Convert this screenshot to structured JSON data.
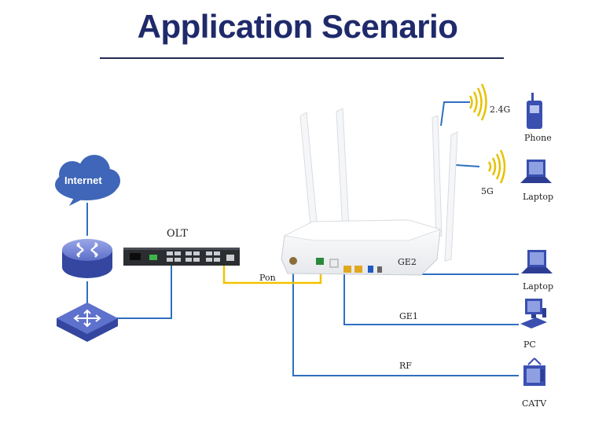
{
  "title": "Application Scenario",
  "cloud": {
    "label": "Internet"
  },
  "olt": {
    "label": "OLT"
  },
  "links": {
    "pon": "Pon",
    "ge2": "GE2",
    "ge1": "GE1",
    "rf": "RF"
  },
  "wifi": {
    "band_24": "2.4G",
    "band_5": "5G"
  },
  "devices": {
    "phone": "Phone",
    "laptop_wifi": "Laptop",
    "laptop_wired": "Laptop",
    "pc": "PC",
    "catv": "CATV"
  },
  "colors": {
    "title": "#1f2a6b",
    "fiber": "#f2c200",
    "cable": "#2f6fc0",
    "router_blue": "#3d51b5",
    "cloud": "#3f66b8"
  }
}
